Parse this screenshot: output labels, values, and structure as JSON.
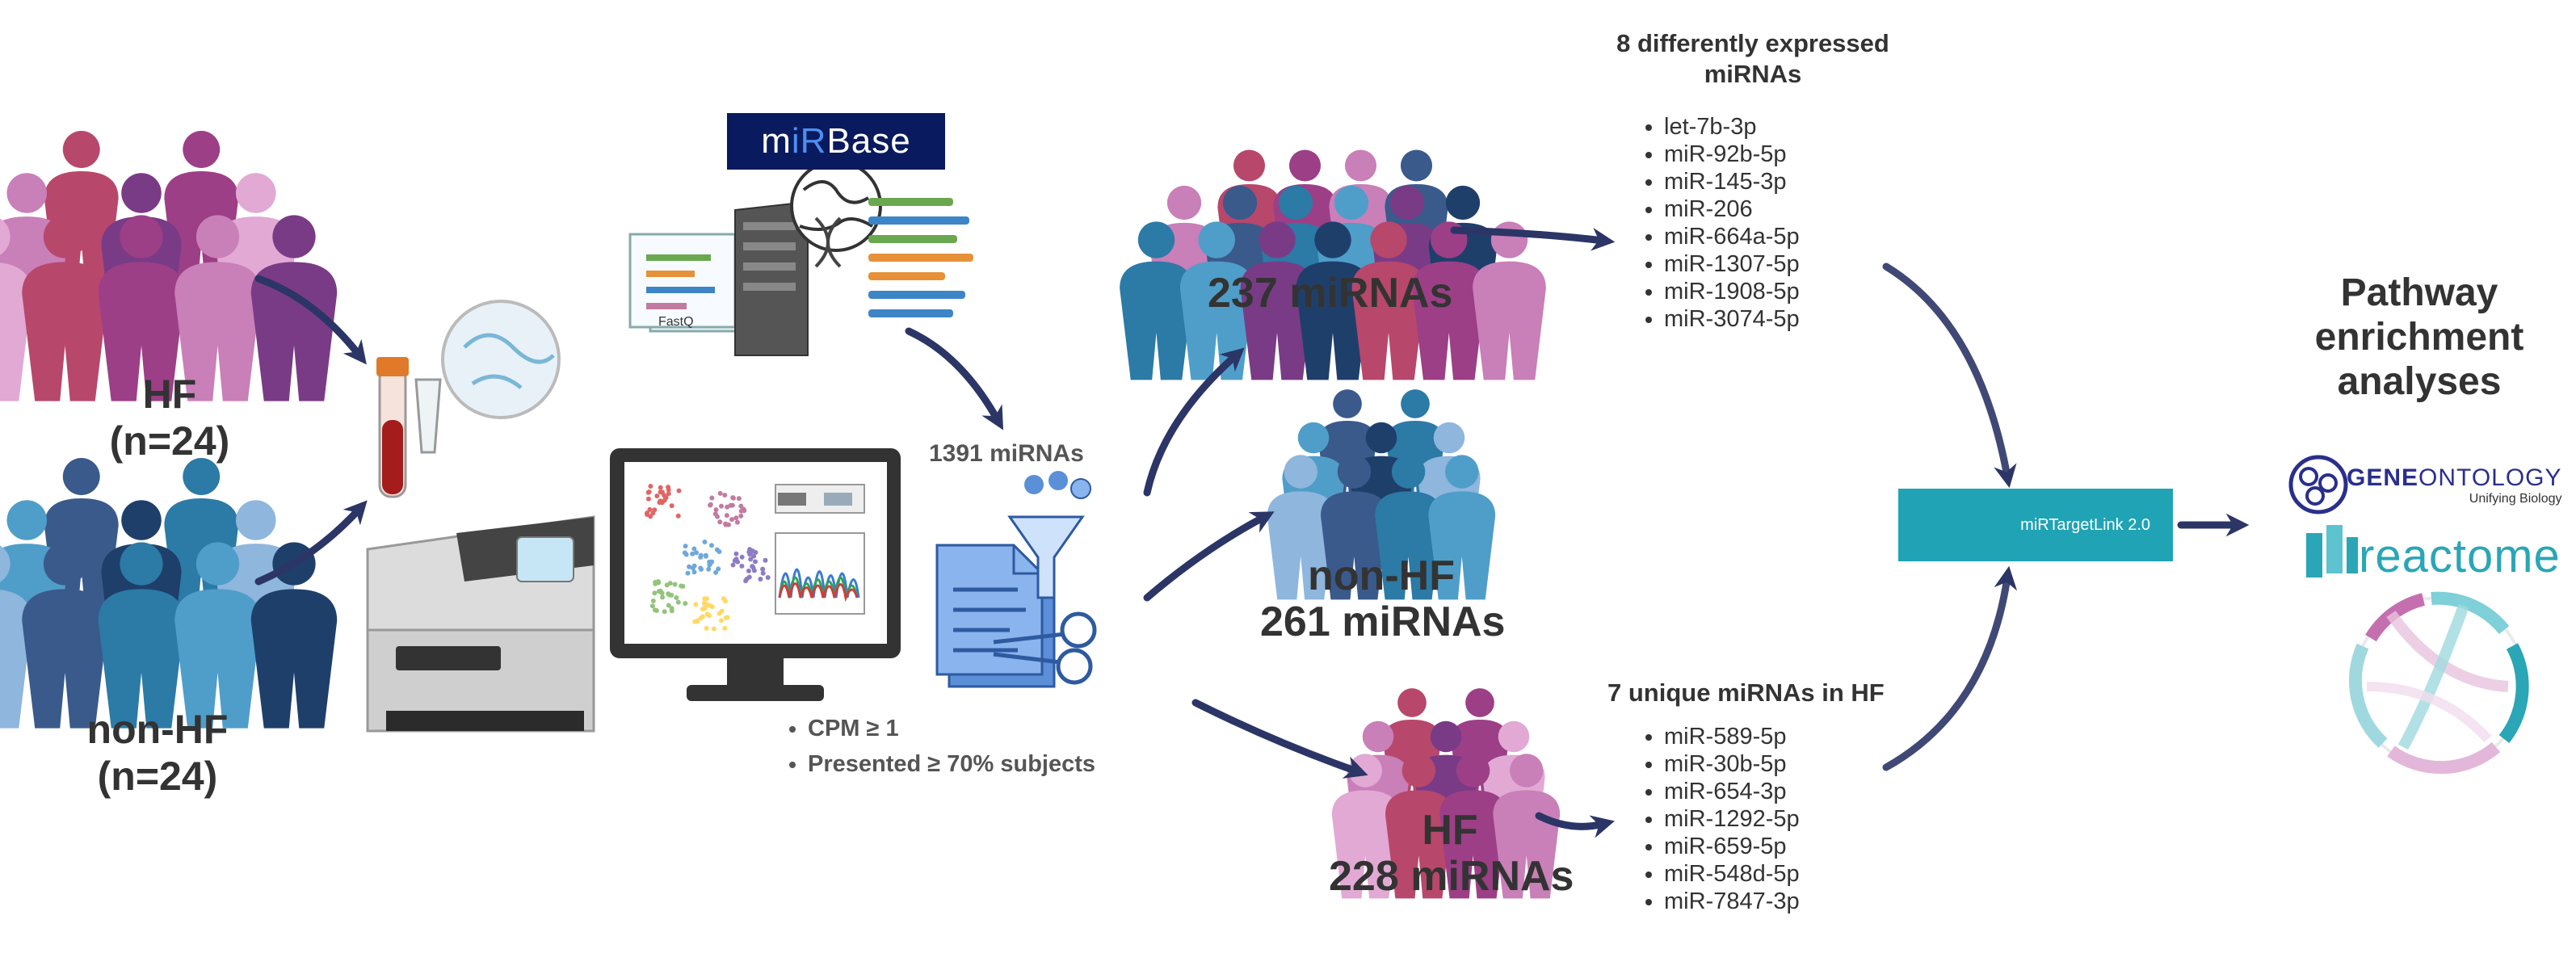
{
  "groups": {
    "hf_label": "HF",
    "hf_n": "(n=24)",
    "nonhf_label": "non-HF",
    "nonhf_n": "(n=24)"
  },
  "database": {
    "name_prefix": "m",
    "name_highlight": "iR",
    "name_suffix": "Base",
    "file_tag": "FastQ"
  },
  "filtering": {
    "total": "1391 miRNAs",
    "criteria": [
      "CPM ≥ 1",
      "Presented ≥ 70% subjects"
    ]
  },
  "results": {
    "all_count": "237 miRNAs",
    "nonhf_label": "non-HF",
    "nonhf_count": "261 miRNAs",
    "hf_label": "HF",
    "hf_count": "228 miRNAs"
  },
  "de_list": {
    "title_line1": "8 differently expressed",
    "title_line2": "miRNAs",
    "items": [
      "let-7b-3p",
      "miR-92b-5p",
      "miR-145-3p",
      "miR-206",
      "miR-664a-5p",
      "miR-1307-5p",
      "miR-1908-5p",
      "miR-3074-5p"
    ]
  },
  "unique_list": {
    "title": "7 unique miRNAs in HF",
    "items": [
      "miR-589-5p",
      "miR-30b-5p",
      "miR-654-3p",
      "miR-1292-5p",
      "miR-659-5p",
      "miR-548d-5p",
      "miR-7847-3p"
    ]
  },
  "tool": {
    "name": "miRTargetLink 2.0"
  },
  "pathway": {
    "title_line1": "Pathway",
    "title_line2": "enrichment",
    "title_line3": "analyses",
    "geneontology_a": "GENE",
    "geneontology_b": "ONTOLOGY",
    "geneontology_tag": "Unifying Biology",
    "reactome": "reactome"
  },
  "colors": {
    "arrow": "#2b3566",
    "hf_palette": [
      "#b8476c",
      "#9c3f87",
      "#c97fb8",
      "#7a3b86",
      "#e1a9d4"
    ],
    "nonhf_palette": [
      "#3a5a8c",
      "#2c7aa6",
      "#4f9ec9",
      "#1f3f6b",
      "#8fb6dd"
    ],
    "mirbase_bg": "#0a1a5e",
    "mtl_bg": "#1fa3b5",
    "reactome": "#2aa6b6",
    "geneontology": "#2a2f8c"
  }
}
